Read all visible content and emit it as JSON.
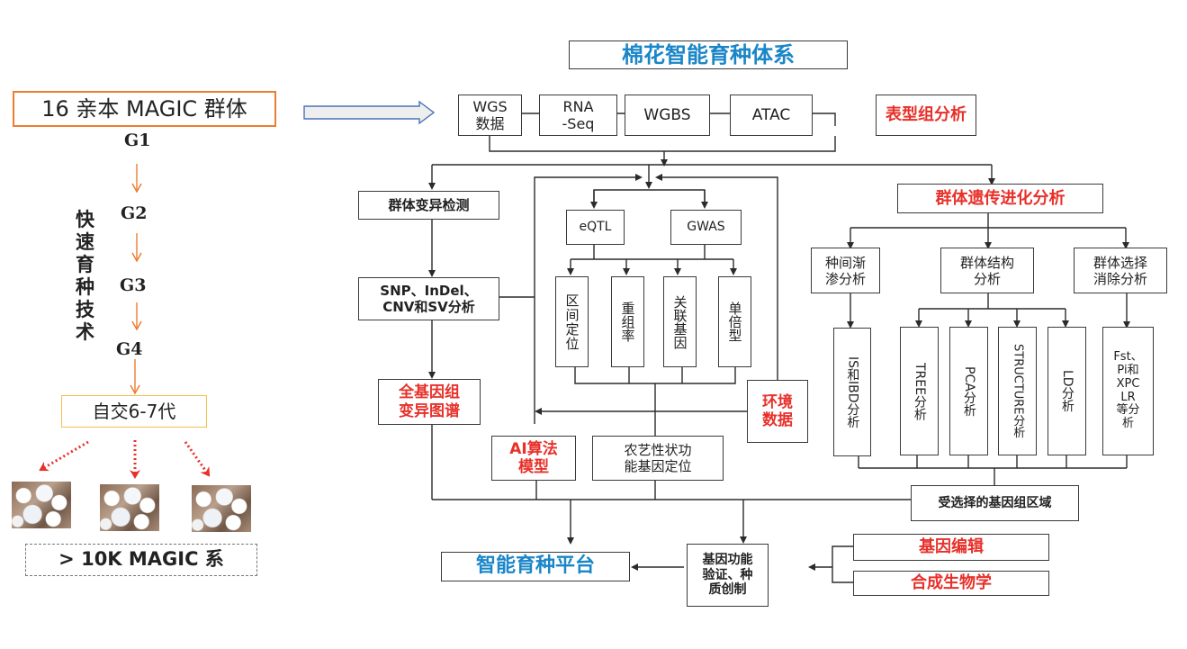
{
  "left": {
    "magic_population": "16 亲本 MAGIC 群体",
    "generations": [
      "G1",
      "G2",
      "G3",
      "G4"
    ],
    "rapid_breeding_label": "快速育种技术",
    "selfing": "自交6-7代",
    "magic_lines": "> 10K MAGIC 系",
    "cotton_images": [
      "cotton-field-photo-1",
      "cotton-field-photo-2",
      "cotton-field-photo-3"
    ]
  },
  "system": {
    "title": "棉花智能育种体系",
    "data_sources": [
      {
        "label": "WGS\n数据"
      },
      {
        "label": "RNA\n-Seq"
      },
      {
        "label": "WGBS"
      },
      {
        "label": "ATAC"
      },
      {
        "label": "表型组分析",
        "highlight": true
      }
    ]
  },
  "variation": {
    "detection": "群体变异检测",
    "snp_analysis": "SNP、InDel、\nCNV和SV分析",
    "genome_map": "全基因组\n变异图谱"
  },
  "association": {
    "eqtl": "eQTL",
    "gwas": "GWAS",
    "methods": [
      "区间定位",
      "重组率",
      "关联基因",
      "单倍型"
    ],
    "ai_model": "AI算法\n模型",
    "trait_genes": "农艺性状功\n能基因定位",
    "environment": "环境\n数据"
  },
  "evolution": {
    "title": "群体遗传进化分析",
    "branches": [
      "种间渐\n渗分析",
      "群体结构\n分析",
      "群体选择\n消除分析"
    ],
    "introgression_method": "IS和IBD分析",
    "structure_methods": [
      "TREE分析",
      "PCA分析",
      "STRUCTURE分析",
      "LD分析"
    ],
    "selection_method": "Fst、\nPi和\nXPC\nLR\n等分\n析",
    "selected_regions": "受选择的基因组区域"
  },
  "bottom": {
    "platform": "智能育种平台",
    "validation": "基因功能\n验证、种\n质创制",
    "gene_editing": "基因编辑",
    "synthetic_biology": "合成生物学"
  },
  "colors": {
    "red": "#e8302a",
    "blue": "#1a86c8",
    "orange": "#ed7d31",
    "line": "#2b2b2b",
    "arrow_fill": "#eeeeee",
    "arrow_stroke": "#4a72b8"
  }
}
